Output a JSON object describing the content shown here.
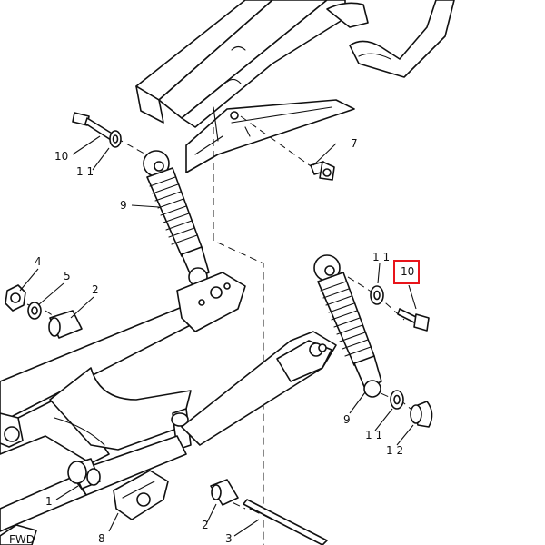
{
  "callouts": {
    "c1": "1",
    "c2a": "2",
    "c2b": "2",
    "c3": "3",
    "c4": "4",
    "c5": "5",
    "c7": "7",
    "c8": "8",
    "c9a": "9",
    "c9b": "9",
    "c10a": "10",
    "c10b": "10",
    "c11a": "1 1",
    "c11b": "1 1",
    "c11c": "1 1",
    "c12": "1 2"
  },
  "highlight": {
    "target": "10",
    "color": "#e8141a"
  },
  "fwd_mark": "FWD"
}
